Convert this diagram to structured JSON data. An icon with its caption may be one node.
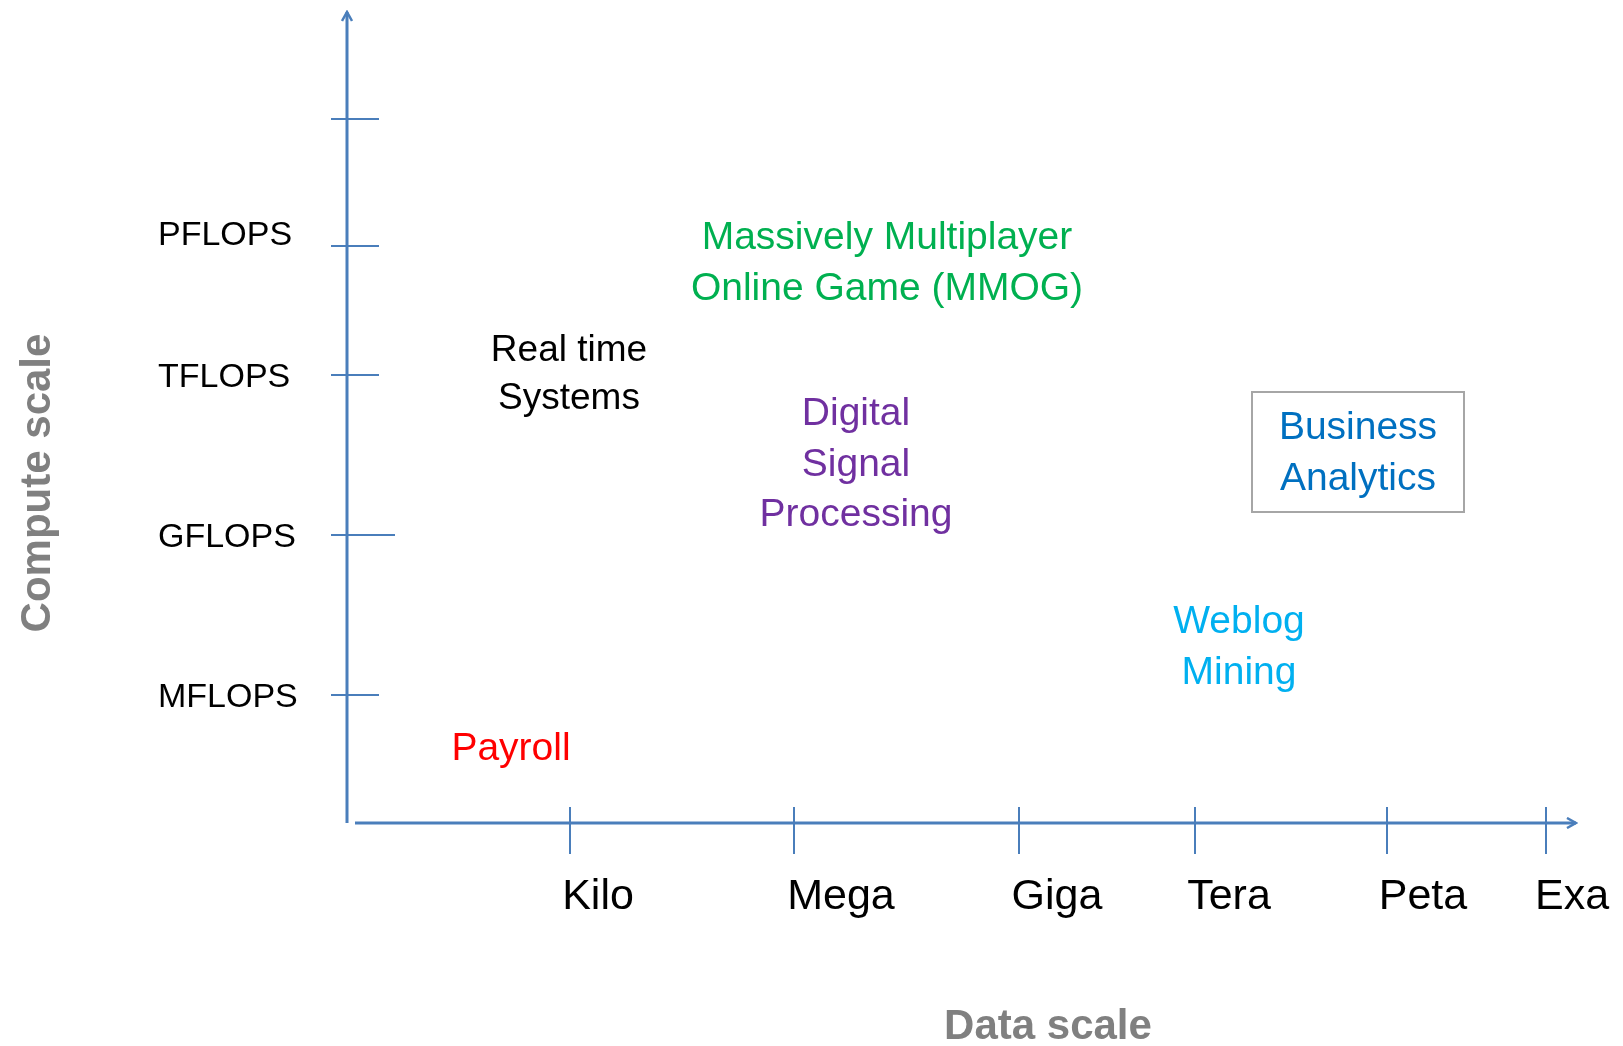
{
  "diagram": {
    "nodes": [
      {
        "text": [
          "Business Analytics"
        ]
      }
    ],
    "labels": [
      "PFLOPS",
      "Massively Multiplayer Online Game (MMOG)",
      "Real time Systems",
      "TFLOPS",
      "Digital Signal Processing",
      "GFLOPS",
      "Weblog Mining",
      "MFLOPS",
      "Payroll",
      "Kilo",
      "Mega",
      "Giga",
      "Tera",
      "Peta",
      "Exa",
      "Compute scale",
      "Data scale"
    ]
  }
}
